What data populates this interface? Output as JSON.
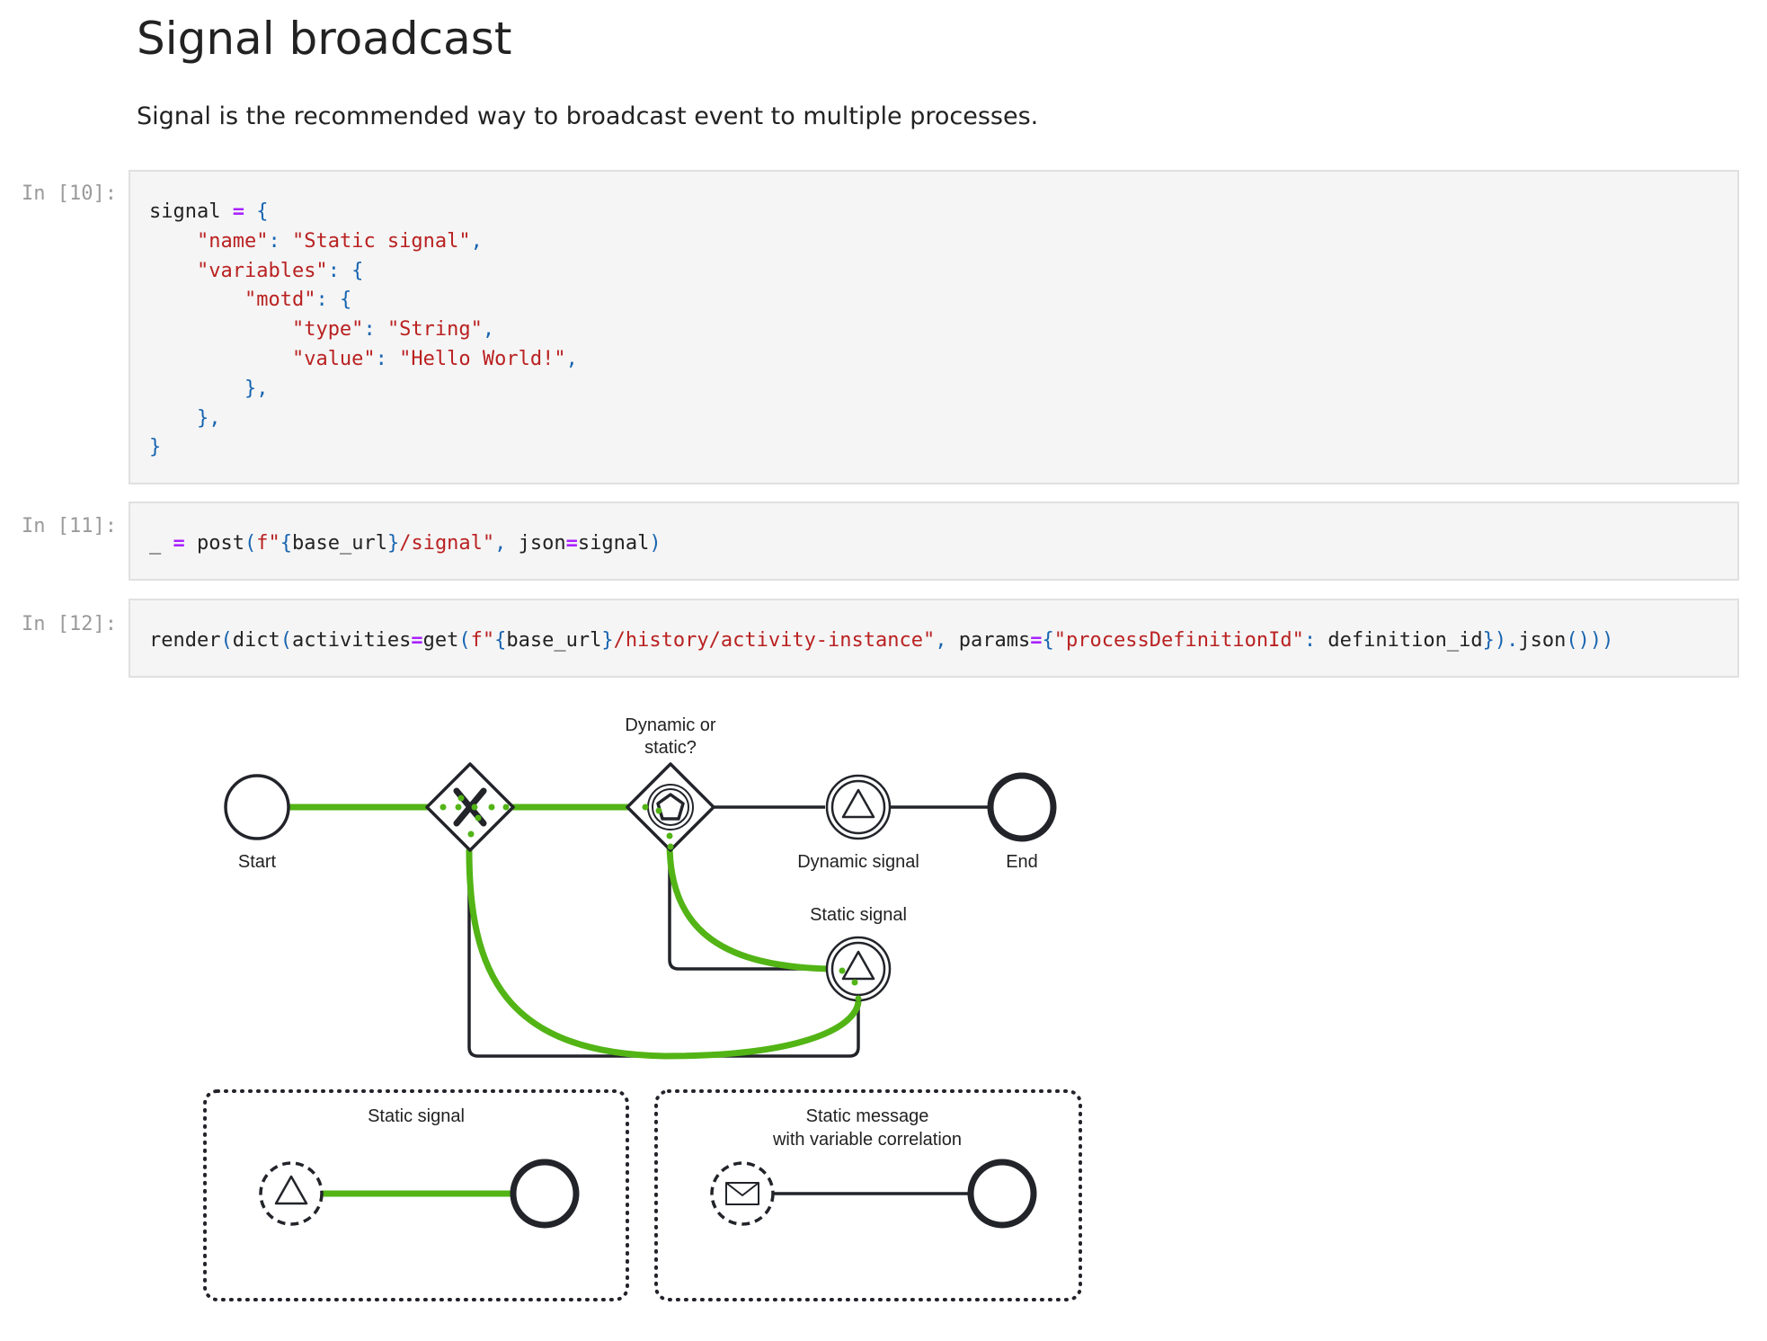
{
  "heading": {
    "title": "Signal broadcast",
    "subtitle": "Signal is the recommended way to broadcast event to multiple processes."
  },
  "cells": [
    {
      "prompt": "In [10]:",
      "code": {
        "var": "signal",
        "op_assign": "=",
        "open": "{",
        "k_name": "\"name\"",
        "v_name": "\"Static signal\"",
        "k_variables": "\"variables\"",
        "k_motd": "\"motd\"",
        "k_type": "\"type\"",
        "v_type": "\"String\"",
        "k_value": "\"value\"",
        "v_value": "\"Hello World!\"",
        "close_inner": "},",
        "close_mid": "},",
        "close": "}"
      }
    },
    {
      "prompt": "In [11]:",
      "code": {
        "lhs": "_",
        "op": "=",
        "fn": "post",
        "fstr_prefix": "f\"",
        "fstr_var": "base_url",
        "fstr_rest": "/signal\"",
        "kw": "json",
        "arg": "signal"
      }
    },
    {
      "prompt": "In [12]:",
      "code": {
        "fn_render": "render",
        "fn_dict": "dict",
        "kw_activities": "activities",
        "fn_get": "get",
        "fstr_prefix": "f\"",
        "fstr_var": "base_url",
        "fstr_rest": "/history/activity-instance\"",
        "kw_params": "params",
        "key": "\"processDefinitionId\"",
        "val": "definition_id",
        "json_call": "json"
      }
    }
  ],
  "diagram": {
    "labels": {
      "start": "Start",
      "gateway2_line1": "Dynamic or",
      "gateway2_line2": "static?",
      "dynamic_signal": "Dynamic signal",
      "end": "End",
      "static_signal": "Static signal",
      "sub1_title": "Static signal",
      "sub2_line1": "Static message",
      "sub2_line2": "with variable correlation"
    },
    "colors": {
      "active_path": "#52b415",
      "inactive_path": "#22242a"
    },
    "icons": [
      "exclusive-gateway-x-icon",
      "event-gateway-pentagon-icon",
      "signal-triangle-icon",
      "message-envelope-icon"
    ]
  }
}
